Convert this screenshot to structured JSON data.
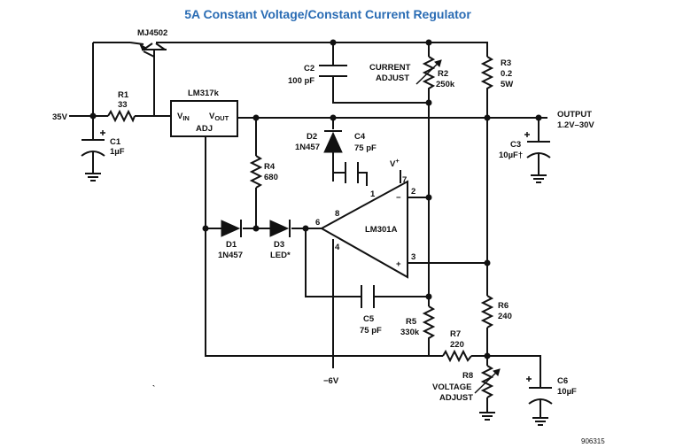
{
  "title": "5A Constant Voltage/Constant Current Regulator",
  "figure_code": "906315",
  "labels": {
    "q_name": "MJ4502",
    "v_in": "35V",
    "r1_name": "R1",
    "r1_val": "33",
    "c1_name": "C1",
    "c1_val": "1µF",
    "ic1_name": "LM317k",
    "ic1_vin": "V",
    "ic1_vin_sub": "IN",
    "ic1_vout": "V",
    "ic1_vout_sub": "OUT",
    "ic1_adj": "ADJ",
    "c2_name": "C2",
    "c2_val": "100 pF",
    "current_adjust_1": "CURRENT",
    "current_adjust_2": "ADJUST",
    "r2_name": "R2",
    "r2_val": "250k",
    "r3_name": "R3",
    "r3_val1": "0.2",
    "r3_val2": "5W",
    "output_1": "OUTPUT",
    "output_2": "1.2V–30V",
    "c3_name": "C3",
    "c3_val": "10µF†",
    "d2_name": "D2",
    "d2_val": "1N457",
    "c4_name": "C4",
    "c4_val": "75 pF",
    "vplus": "V",
    "vplus_sup": "+",
    "r4_name": "R4",
    "r4_val": "680",
    "opamp": "LM301A",
    "pin1": "1",
    "pin2": "2",
    "pin3": "3",
    "pin4": "4",
    "pin6": "6",
    "pin7": "7",
    "pin8": "8",
    "minus": "−",
    "plus": "+",
    "d1_name": "D1",
    "d1_val": "1N457",
    "d3_name": "D3",
    "d3_val": "LED*",
    "r6_name": "R6",
    "r6_val": "240",
    "c5_name": "C5",
    "c5_val": "75 pF",
    "r5_name": "R5",
    "r5_val": "330k",
    "r7_name": "R7",
    "r7_val": "220",
    "vneg": "−6V",
    "r8_name": "R8",
    "voltage_adjust_1": "VOLTAGE",
    "voltage_adjust_2": "ADJUST",
    "c6_name": "C6",
    "c6_val": "10µF",
    "stray": "`"
  }
}
